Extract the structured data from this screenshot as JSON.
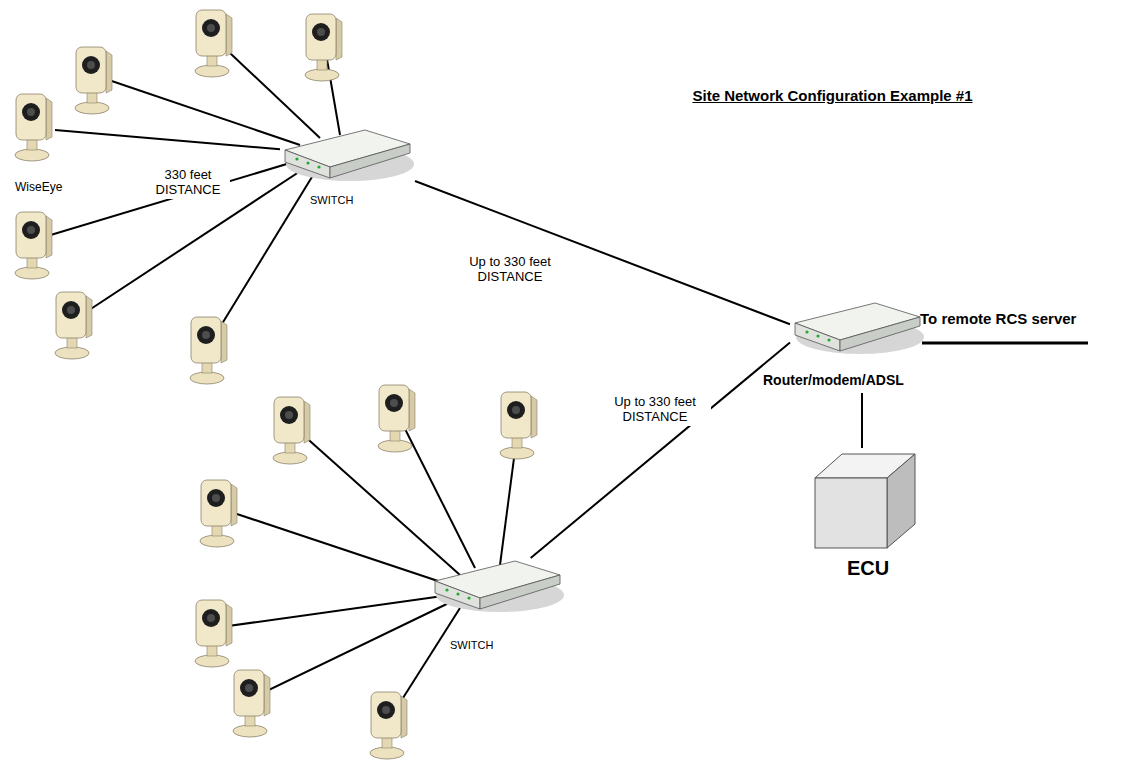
{
  "diagram": {
    "title": "Site Network Configuration Example #1",
    "nodes": [
      {
        "text": [
          "WiseEye"
        ]
      },
      {
        "text": [
          "SWITCH"
        ]
      },
      {
        "text": [
          "Router/modem/ADSL"
        ]
      },
      {
        "text": [
          "ECU"
        ]
      },
      {
        "text": [
          "SWITCH"
        ]
      }
    ],
    "edges": [
      {
        "from": 0,
        "to": 1,
        "arrow": "none",
        "label": "330 feet DISTANCE"
      },
      {
        "from": 1,
        "to": 2,
        "arrow": "none",
        "label": "Up to 330 feet DISTANCE"
      },
      {
        "from": 4,
        "to": 2,
        "arrow": "none",
        "label": "Up to 330 feet DISTANCE"
      },
      {
        "from": 2,
        "to": 3,
        "arrow": "none"
      }
    ],
    "labels": [
      "To remote RCS server"
    ]
  }
}
